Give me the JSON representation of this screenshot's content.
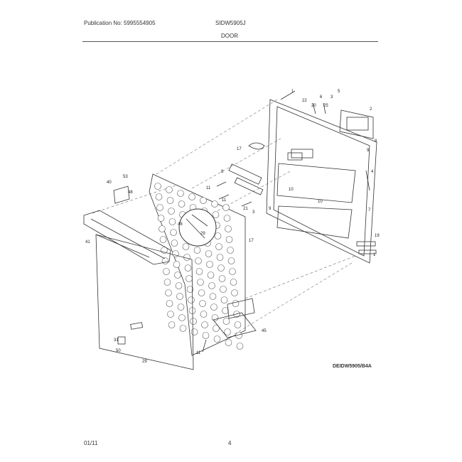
{
  "header": {
    "publication": "Publication No: 5995554905",
    "model": "SIDW5905J",
    "section_title": "DOOR"
  },
  "diagram_code": "DEIDW5905/B4A",
  "footer": {
    "date": "01/11",
    "page": "4"
  },
  "callouts": [
    "1",
    "2",
    "3",
    "4",
    "5",
    "6",
    "7",
    "8",
    "9",
    "10",
    "11",
    "17",
    "19",
    "20",
    "21",
    "22",
    "25",
    "29",
    "31",
    "40",
    "41",
    "45",
    "48",
    "50",
    "53"
  ]
}
